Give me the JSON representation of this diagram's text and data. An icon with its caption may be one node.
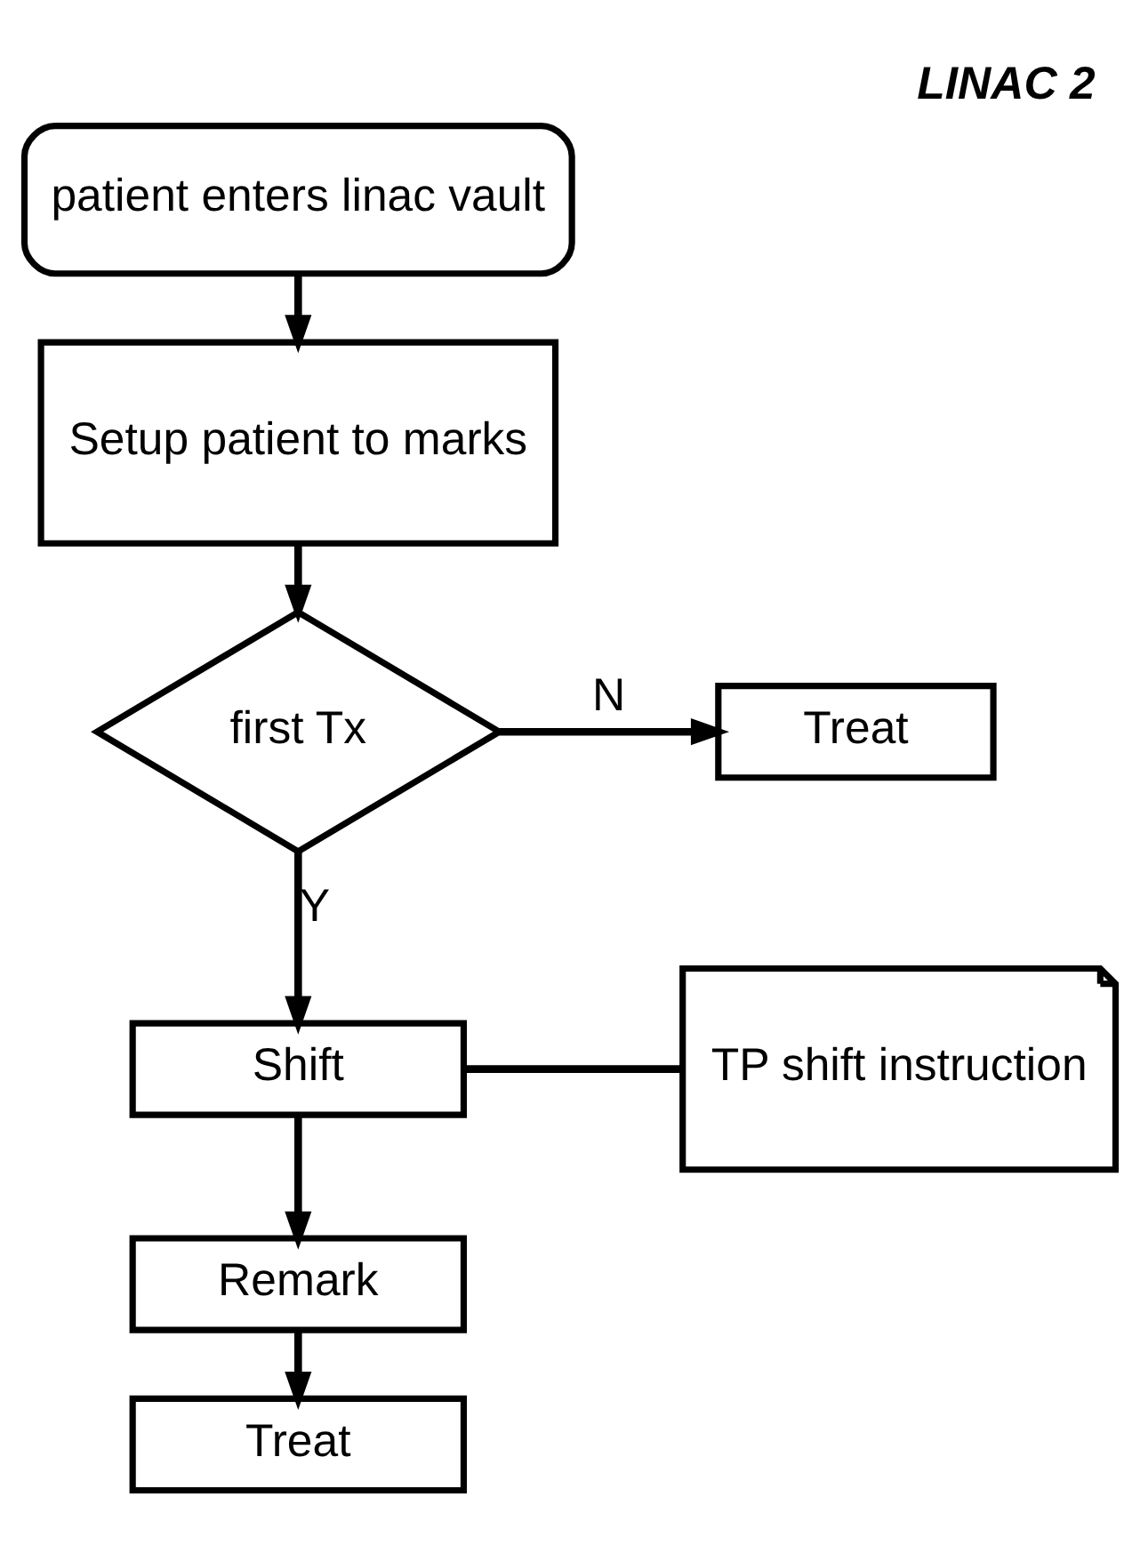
{
  "diagram": {
    "title": "LINAC 2",
    "nodes": [
      {
        "text": [
          "patient enters linac vault"
        ]
      },
      {
        "text": [
          "Setup patient to marks"
        ]
      },
      {
        "text": [
          "first Tx"
        ]
      },
      {
        "text": [
          "Treat"
        ]
      },
      {
        "text": [
          "Shift"
        ]
      },
      {
        "text": [
          "TP shift instruction"
        ]
      },
      {
        "text": [
          "Remark"
        ]
      },
      {
        "text": [
          "Treat"
        ]
      }
    ],
    "edges": [
      {
        "from": 0,
        "to": 1,
        "arrow": "to"
      },
      {
        "from": 1,
        "to": 2,
        "arrow": "to"
      },
      {
        "from": 2,
        "to": 3,
        "arrow": "to",
        "label": "N"
      },
      {
        "from": 2,
        "to": 4,
        "arrow": "to",
        "label": "Y"
      },
      {
        "from": 4,
        "to": 5,
        "arrow": "none"
      },
      {
        "from": 4,
        "to": 6,
        "arrow": "to"
      },
      {
        "from": 6,
        "to": 7,
        "arrow": "to"
      }
    ]
  }
}
